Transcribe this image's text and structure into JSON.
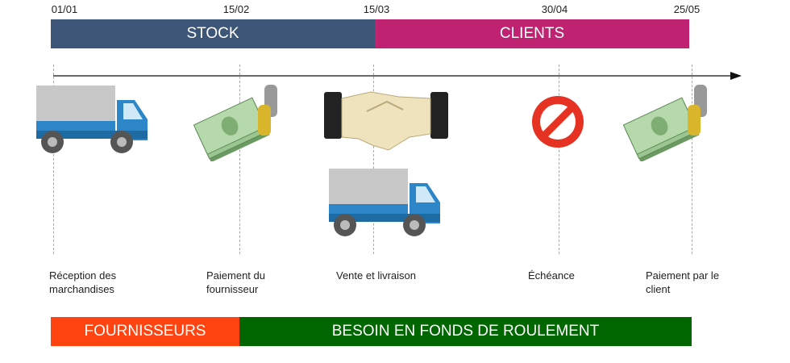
{
  "dates": [
    "01/01",
    "15/02",
    "15/03",
    "30/04",
    "25/05"
  ],
  "top_bands": {
    "stock": "STOCK",
    "clients": "CLIENTS"
  },
  "events": [
    {
      "label": "Réception des marchandises",
      "icon": "truck-icon"
    },
    {
      "label": "Paiement du fournisseur",
      "icon": "money-icon"
    },
    {
      "label": "Vente et livraison",
      "icon": "handshake-icon"
    },
    {
      "label": "Échéance",
      "icon": "no-entry-icon"
    },
    {
      "label": "Paiement par le client",
      "icon": "money-icon"
    }
  ],
  "bottom_bands": {
    "fournisseurs": "FOURNISSEURS",
    "bfr": "BESOIN EN FONDS DE ROULEMENT"
  },
  "colors": {
    "stock": "#3d5677",
    "clients": "#c02272",
    "fournisseurs": "#ff4411",
    "bfr": "#006600"
  }
}
